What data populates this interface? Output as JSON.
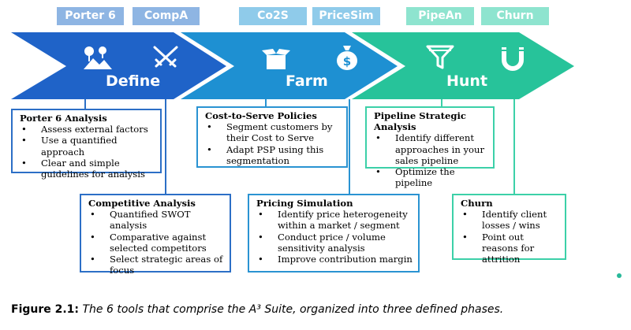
{
  "tags": [
    {
      "label": "Porter 6"
    },
    {
      "label": "CompA"
    },
    {
      "label": "Co2S"
    },
    {
      "label": "PriceSim"
    },
    {
      "label": "PipeAn"
    },
    {
      "label": "Churn"
    }
  ],
  "phases": [
    {
      "name": "Define",
      "color": "#1f63c8",
      "icons": [
        "landscape-icon",
        "crossed-swords-icon"
      ]
    },
    {
      "name": "Farm",
      "color": "#1e90d2",
      "icons": [
        "open-box-icon",
        "money-bag-icon"
      ]
    },
    {
      "name": "Hunt",
      "color": "#27c39a",
      "icons": [
        "funnel-icon",
        "magnet-icon"
      ]
    }
  ],
  "colors": {
    "tag_define": "#8eb5e3",
    "tag_farm": "#8fcbea",
    "tag_hunt": "#8ee4cf",
    "border_define": "#2c6fc6",
    "border_farm": "#2a93d2",
    "border_hunt": "#3cd0a8"
  },
  "boxes": {
    "porter": {
      "title": "Porter 6 Analysis",
      "items": [
        "Assess external factors",
        "Use a quantified approach",
        "Clear and simple guidelines for analysis"
      ]
    },
    "compa": {
      "title": "Competitive Analysis",
      "items": [
        "Quantified SWOT analysis",
        "Comparative against selected competitors",
        "Select strategic areas of focus"
      ]
    },
    "co2s": {
      "title": "Cost-to-Serve Policies",
      "items": [
        "Segment customers by their Cost to Serve",
        "Adapt PSP using this segmentation"
      ]
    },
    "pricesim": {
      "title": "Pricing Simulation",
      "items": [
        "Identify price heterogeneity within a market / segment",
        "Conduct price / volume sensitivity analysis",
        "Improve contribution margin"
      ]
    },
    "pipean": {
      "title": "Pipeline Strategic Analysis",
      "items": [
        "Identify different approaches in your sales pipeline",
        "Optimize the pipeline"
      ]
    },
    "churn": {
      "title": "Churn",
      "items": [
        "Identify client losses / wins",
        "Point out reasons for attrition"
      ]
    }
  },
  "caption": {
    "label": "Figure 2.1:",
    "text": "The 6 tools that comprise the A³ Suite, organized into three defined phases."
  }
}
